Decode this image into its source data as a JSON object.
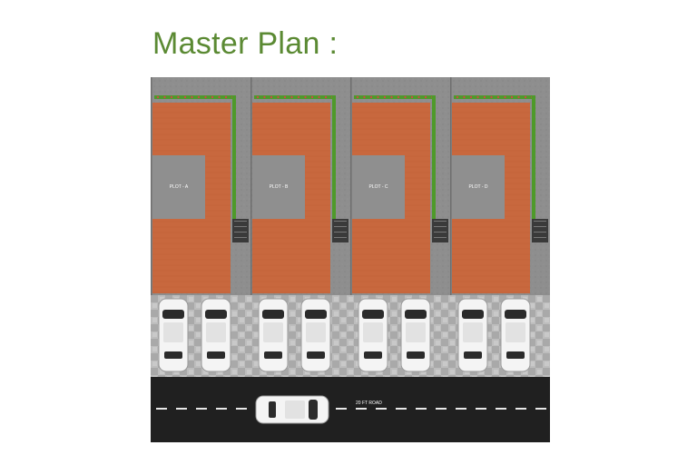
{
  "page_title": "Master Plan :",
  "plots": [
    {
      "label": "PLOT - A"
    },
    {
      "label": "PLOT - B"
    },
    {
      "label": "PLOT - C"
    },
    {
      "label": "PLOT - D"
    }
  ],
  "parking_cars_per_plot": 2,
  "road": {
    "label": "20 FT ROAD"
  },
  "colors": {
    "title": "#5b8a33",
    "plot_ground": "#c8683e",
    "building_footprint": "#8f8f8f",
    "hedge": "#4e9a2a",
    "parking_paving": "#b9b9b9",
    "road": "#202020"
  }
}
